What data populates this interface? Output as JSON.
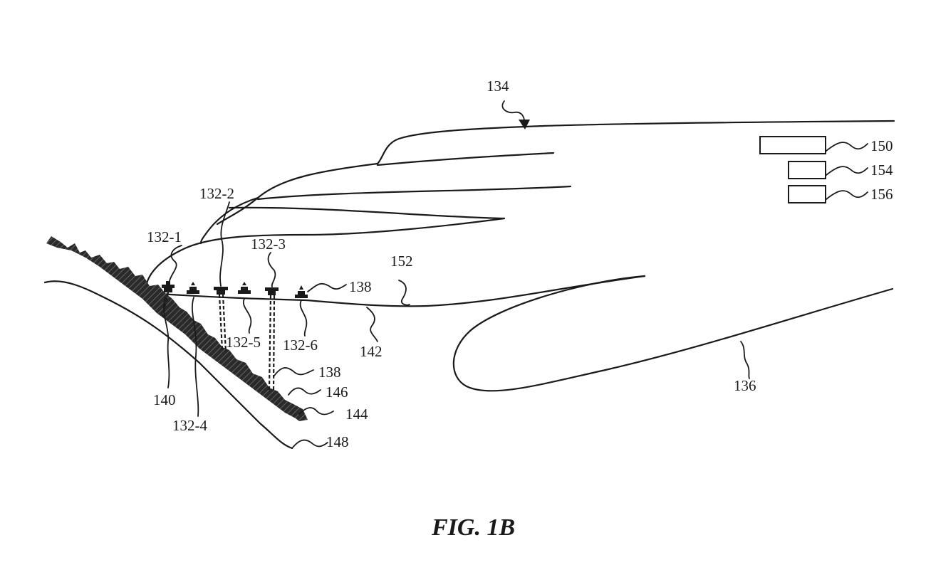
{
  "figure": {
    "caption": "FIG. 1B",
    "labels": {
      "l134": "134",
      "l150": "150",
      "l154": "154",
      "l156": "156",
      "l132_2": "132-2",
      "l132_1": "132-1",
      "l132_3": "132-3",
      "l152": "152",
      "l138_top": "138",
      "l132_5": "132-5",
      "l132_6": "132-6",
      "l142": "142",
      "l138_bottom": "138",
      "l136": "136",
      "l146": "146",
      "l140": "140",
      "l144": "144",
      "l132_4": "132-4",
      "l148": "148"
    }
  }
}
